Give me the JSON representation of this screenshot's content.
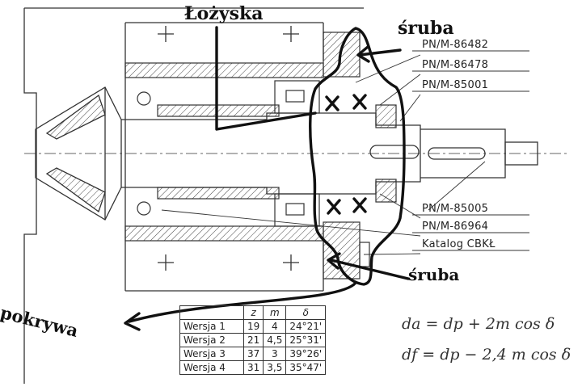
{
  "annotations": {
    "lozyska": "Łożyska",
    "sruba_top": "śruba",
    "sruba_bottom": "śruba",
    "pokrywa": "pokrywa"
  },
  "part_labels": [
    "PN/M-86482",
    "PN/M-86478",
    "PN/M-85001",
    "PN/M-85005",
    "PN/M-86964",
    "Katalog CBKŁ"
  ],
  "table": {
    "headers": [
      "",
      "z",
      "m",
      "δ"
    ],
    "rows": [
      [
        "Wersja 1",
        "19",
        "4",
        "24°21'"
      ],
      [
        "Wersja 2",
        "21",
        "4,5",
        "25°31'"
      ],
      [
        "Wersja 3",
        "37",
        "3",
        "39°26'"
      ],
      [
        "Wersja 4",
        "31",
        "3,5",
        "35°47'"
      ]
    ]
  },
  "formulas": {
    "da": "da = dp + 2m cos δ",
    "df": "df = dp − 2,4 m cos δ"
  },
  "colors": {
    "ink": "#222222",
    "marker": "#111111",
    "paper": "#ffffff"
  }
}
